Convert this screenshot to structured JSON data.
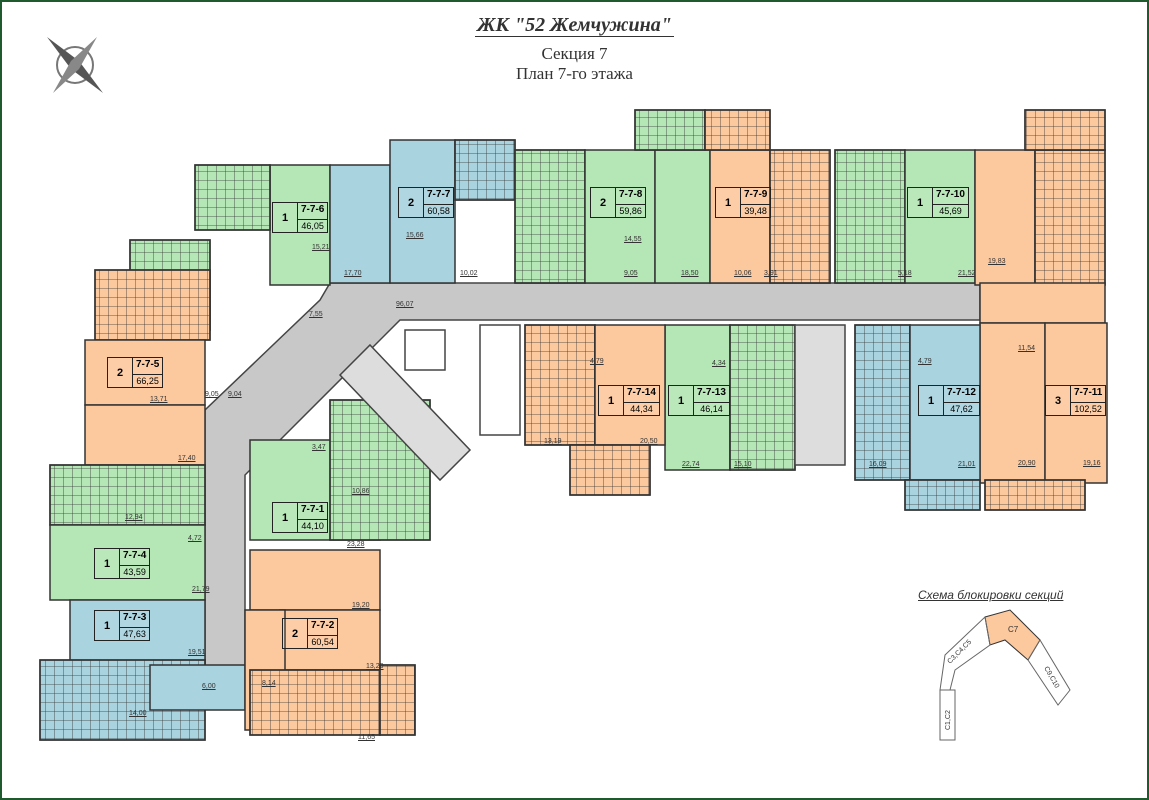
{
  "header": {
    "complex": "ЖК \"52 Жемчужина\"",
    "section": "Секция 7",
    "plan": "План 7-го этажа"
  },
  "colors": {
    "green": "#b5e6b5",
    "blue": "#a9d3df",
    "orange": "#fcc99f",
    "corridor": "#c8c8c8",
    "frame": "#1f5a2e"
  },
  "corridor_area": "96,07",
  "apartments": [
    {
      "number": "7-7-1",
      "rooms": "1",
      "area": "44,10",
      "color": "green"
    },
    {
      "number": "7-7-2",
      "rooms": "2",
      "area": "60,54",
      "color": "orange"
    },
    {
      "number": "7-7-3",
      "rooms": "1",
      "area": "47,63",
      "color": "blue"
    },
    {
      "number": "7-7-4",
      "rooms": "1",
      "area": "43,59",
      "color": "green"
    },
    {
      "number": "7-7-5",
      "rooms": "2",
      "area": "66,25",
      "color": "orange"
    },
    {
      "number": "7-7-6",
      "rooms": "1",
      "area": "46,05",
      "color": "green"
    },
    {
      "number": "7-7-7",
      "rooms": "2",
      "area": "60,58",
      "color": "blue"
    },
    {
      "number": "7-7-8",
      "rooms": "2",
      "area": "59,86",
      "color": "green"
    },
    {
      "number": "7-7-9",
      "rooms": "1",
      "area": "39,48",
      "color": "orange"
    },
    {
      "number": "7-7-10",
      "rooms": "1",
      "area": "45,69",
      "color": "green"
    },
    {
      "number": "7-7-11",
      "rooms": "3",
      "area": "102,52",
      "color": "orange"
    },
    {
      "number": "7-7-12",
      "rooms": "1",
      "area": "47,62",
      "color": "blue"
    },
    {
      "number": "7-7-13",
      "rooms": "1",
      "area": "46,14",
      "color": "green"
    },
    {
      "number": "7-7-14",
      "rooms": "1",
      "area": "44,34",
      "color": "orange"
    }
  ],
  "room_areas": [
    "15,21",
    "17,70",
    "15,66",
    "10,02",
    "14,55",
    "9,05",
    "18,50",
    "10,06",
    "3,91",
    "5,18",
    "21,52",
    "19,83",
    "11,54",
    "7,55",
    "13,71",
    "9,05",
    "9,04",
    "17,40",
    "12,94",
    "4,72",
    "21,79",
    "19,51",
    "6,00",
    "14,00",
    "3,47",
    "10,86",
    "23,28",
    "19,20",
    "13,20",
    "8,14",
    "11,65",
    "13,19",
    "20,50",
    "22,74",
    "15,10",
    "16,09",
    "21,01",
    "20,90",
    "19,16",
    "4,79",
    "4,34",
    "4,79"
  ],
  "scheme": {
    "title": "Схема блокировки секций",
    "labels": [
      "C7",
      "C3,C4,C5",
      "C1,C2",
      "C9,C10"
    ]
  }
}
